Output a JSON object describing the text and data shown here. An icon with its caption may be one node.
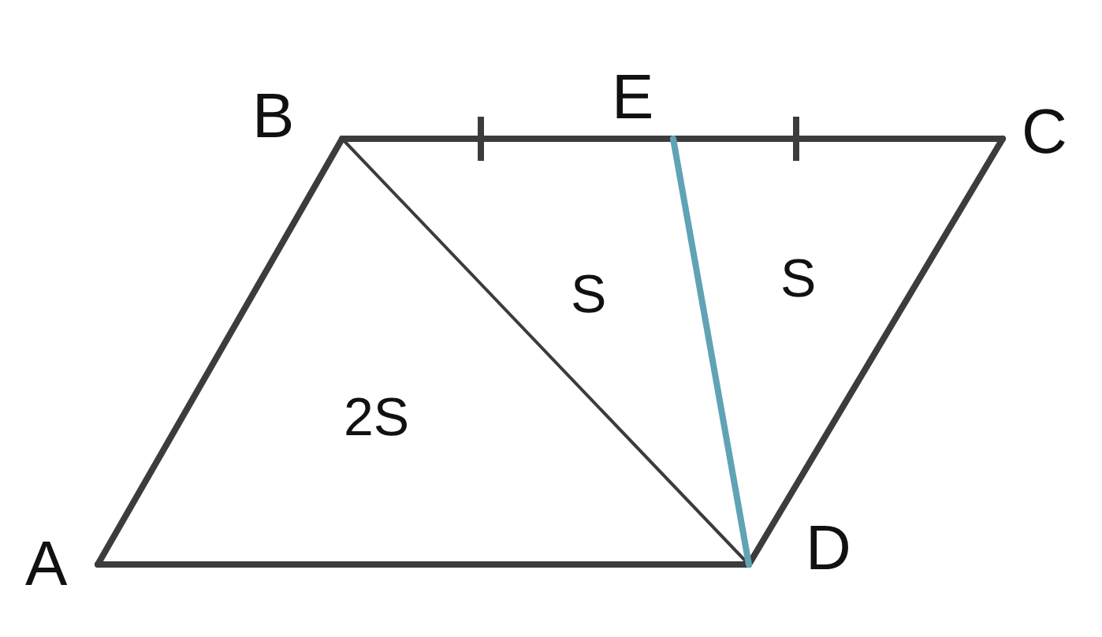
{
  "diagram": {
    "nodes": [
      {
        "text": [
          "B"
        ]
      },
      {
        "text": [
          "E"
        ]
      },
      {
        "text": [
          "C"
        ]
      },
      {
        "text": [
          "A"
        ]
      },
      {
        "text": [
          "D"
        ]
      }
    ],
    "edges": [
      {
        "from": 3,
        "to": 0,
        "arrow": "none"
      },
      {
        "from": 0,
        "to": 1,
        "arrow": "none"
      },
      {
        "from": 1,
        "to": 2,
        "arrow": "none"
      },
      {
        "from": 2,
        "to": 4,
        "arrow": "none"
      },
      {
        "from": 4,
        "to": 3,
        "arrow": "none"
      },
      {
        "from": 0,
        "to": 4,
        "arrow": "none"
      },
      {
        "from": 1,
        "to": 4,
        "arrow": "none",
        "color": "#5fa3b5"
      }
    ],
    "labels": [
      "S",
      "S",
      "2S"
    ]
  }
}
